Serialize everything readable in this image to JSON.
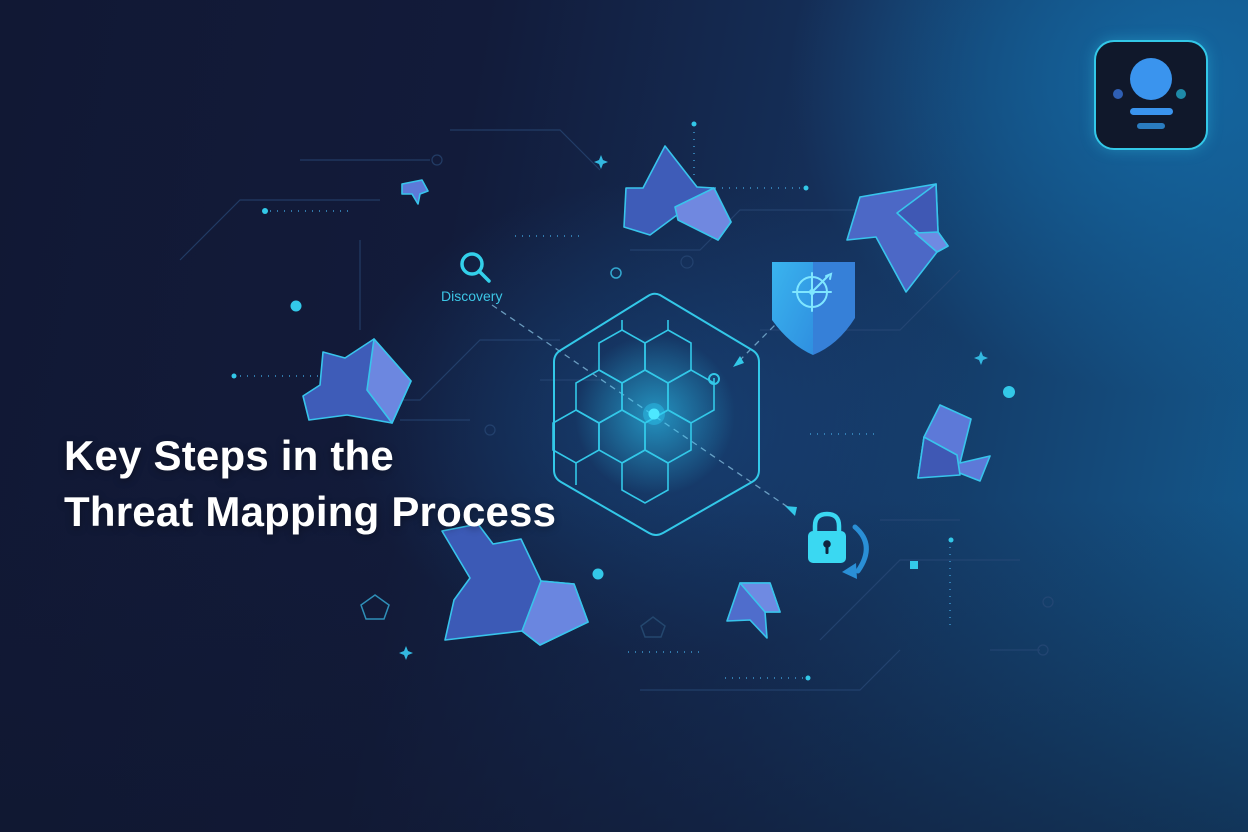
{
  "hero": {
    "title_line1": "Key Steps in the",
    "title_line2": "Threat Mapping Process",
    "step_label": "Discovery"
  },
  "icons": {
    "discovery": "search-icon",
    "shield": "shield-target-icon",
    "lock": "lock-refresh-icon",
    "core": "hexagon-network-icon",
    "logo": "lightbulb-logo-icon"
  },
  "colors": {
    "background_dark": "#10172f",
    "background_blue": "#135a8e",
    "accent_cyan": "#33c8e8",
    "shard_fill": "#4a67c8",
    "shard_light": "#6a86e0",
    "text": "#ffffff"
  }
}
